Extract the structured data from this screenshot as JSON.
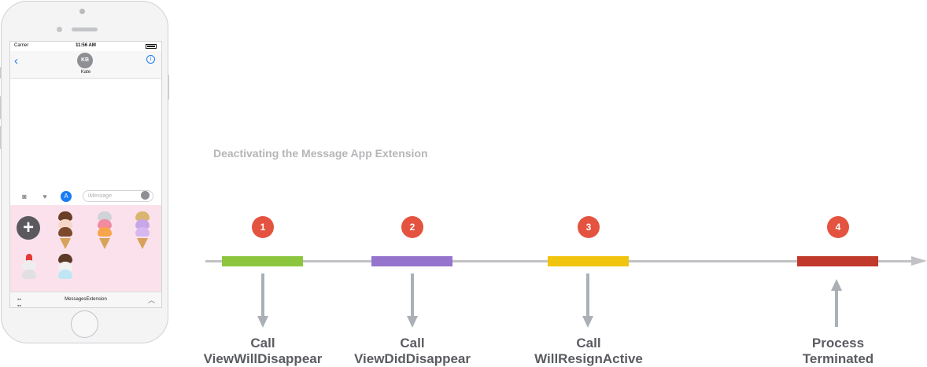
{
  "phone": {
    "status": {
      "carrier": "Carrier",
      "time": "11:56 AM"
    },
    "nav": {
      "avatar_initials": "KB",
      "contact_name": "Kate"
    },
    "input": {
      "placeholder": "iMessage"
    },
    "bottom_bar": {
      "extension_name": "MessagesExtension"
    },
    "icons": [
      "back-chevron",
      "info",
      "camera",
      "heart",
      "app-store",
      "mic",
      "plus",
      "grid",
      "chevron-up"
    ]
  },
  "diagram": {
    "title": "Deactivating the Message App Extension",
    "steps": [
      {
        "number": "1",
        "label_line1": "Call",
        "label_line2": "ViewWillDisappear",
        "color": "#8cc63f",
        "direction": "down"
      },
      {
        "number": "2",
        "label_line1": "Call",
        "label_line2": "ViewDidDisappear",
        "color": "#9474cc",
        "direction": "down"
      },
      {
        "number": "3",
        "label_line1": "Call",
        "label_line2": "WillResignActive",
        "color": "#f1c40f",
        "direction": "down"
      },
      {
        "number": "4",
        "label_line1": "Process",
        "label_line2": "Terminated",
        "color": "#c0392b",
        "direction": "up"
      }
    ],
    "colors": {
      "number_badge": "#e4533f",
      "timeline": "#c0c2c5",
      "arrow": "#aab0b6"
    }
  }
}
